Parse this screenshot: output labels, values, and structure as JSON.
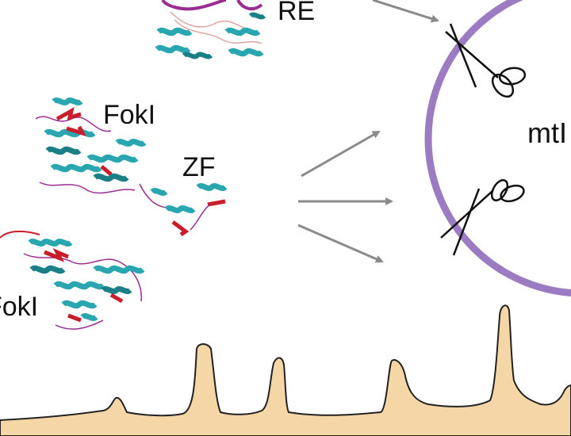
{
  "labels": {
    "re": "RE",
    "fokl_top": "FokI",
    "zf": "ZF",
    "fokl_left": "FokI",
    "mt": "mtI"
  },
  "colors": {
    "helix": "#2aa6b0",
    "helix_dark": "#1b7f87",
    "sheet": "#c81e2a",
    "loop": "#9a2c92",
    "loop_light": "#e0a4a4",
    "arrow": "#8a8a8a",
    "membrane": "#9b7cc3",
    "cell": "#f5d6a6",
    "cell_edge": "#222222",
    "scissors": "#111111"
  },
  "icons": {
    "protein": "protein-ribbon-icon",
    "scissors": "scissors-icon",
    "arrow": "arrow-icon"
  }
}
